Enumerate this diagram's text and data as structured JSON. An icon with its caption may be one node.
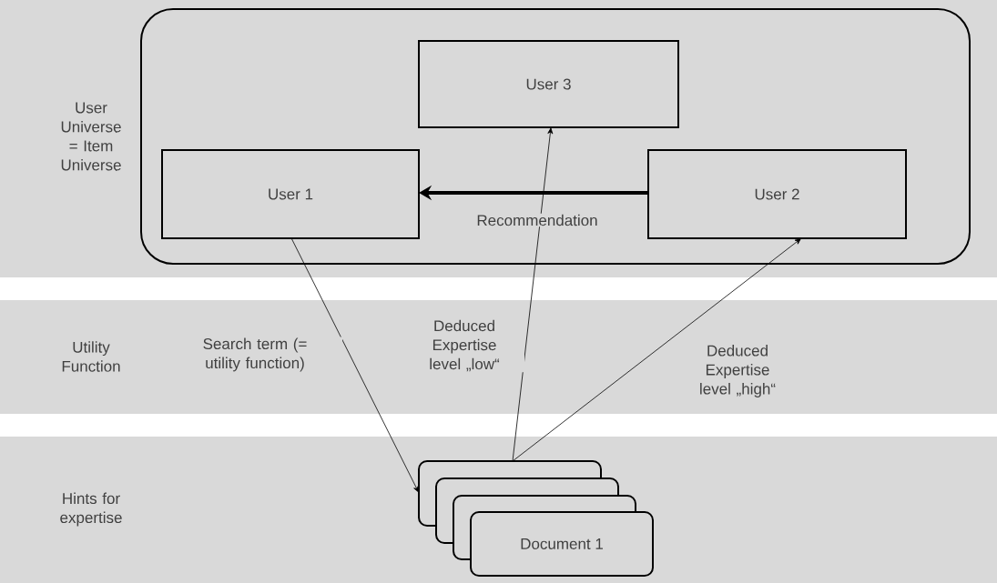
{
  "diagram": {
    "nodes": [
      {
        "text": [],
        "shape": "box"
      },
      {
        "text": [
          "User 3"
        ],
        "in": 0
      },
      {
        "text": [
          "User 1"
        ],
        "in": 0
      },
      {
        "text": [
          "User 2"
        ],
        "in": 0
      },
      {
        "text": [],
        "shape": "box"
      },
      {
        "text": [],
        "shape": "box"
      },
      {
        "text": [],
        "shape": "box"
      },
      {
        "text": [
          "Document 1"
        ]
      }
    ],
    "edges": [
      {
        "from": 3,
        "to": 2,
        "arrow": "to",
        "style": "thick",
        "label": "Recommendation"
      },
      {
        "from": 2,
        "to": 4,
        "arrow": "to",
        "label": "Search term (= utility function)"
      },
      {
        "from": 4,
        "to": 1,
        "arrow": "to",
        "label": "Deduced Expertise level „low“"
      },
      {
        "from": 4,
        "to": 3,
        "arrow": "to",
        "label": "Deduced Expertise level „high“"
      }
    ],
    "labels": [
      "User Universe = Item Universe",
      "Utility Function",
      "Hints for expertise"
    ]
  }
}
